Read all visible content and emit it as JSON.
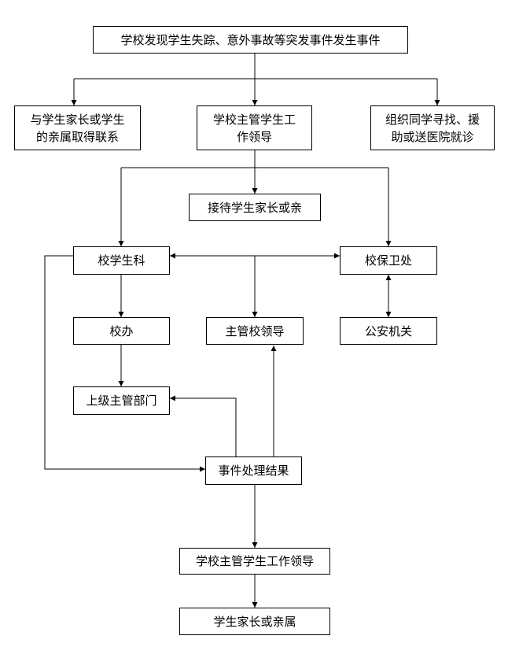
{
  "nodes": {
    "discover": "学校发现学生失踪、意外事故等突发事件发生事件",
    "contact_parents_line1": "与学生家长或学生",
    "contact_parents_line2": "的亲属取得联系",
    "school_leader_line1": "学校主管学生工",
    "school_leader_line2": "作领导",
    "organize_line1": "组织同学寻找、援",
    "organize_line2": "助或送医院就诊",
    "reception": "接待学生家长或亲",
    "student_affairs": "校学生科",
    "security": "校保卫处",
    "principal_office": "校办",
    "leader_in_charge": "主管校领导",
    "police": "公安机关",
    "superior_dept": "上级主管部门",
    "result": "事件处理结果",
    "school_leader_full": "学校主管学生工作领导",
    "parents": "学生家长或亲属"
  }
}
